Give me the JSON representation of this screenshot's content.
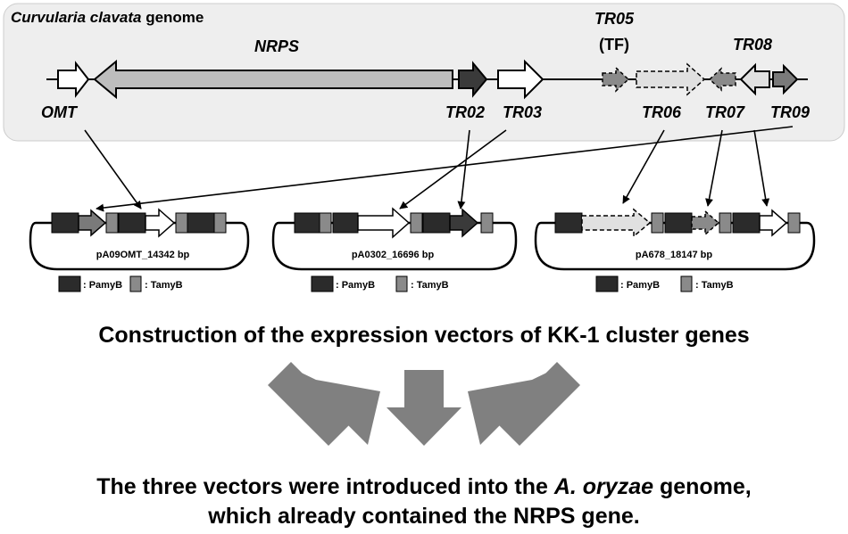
{
  "genome": {
    "title_species": "Curvularia clavata",
    "title_suffix": " genome",
    "genes": {
      "nrps": "NRPS",
      "omt": "OMT",
      "tr02": "TR02",
      "tr03": "TR03",
      "tr05": "TR05",
      "tr05_note": "(TF)",
      "tr06": "TR06",
      "tr07": "TR07",
      "tr08": "TR08",
      "tr09": "TR09"
    }
  },
  "plasmids": [
    {
      "label": "pA09OMT_14342 bp",
      "legend_pamy": ": PamyB",
      "legend_tamy": ": TamyB"
    },
    {
      "label": "pA0302_16696 bp",
      "legend_pamy": ": PamyB",
      "legend_tamy": ": TamyB"
    },
    {
      "label": "pA678_18147 bp",
      "legend_pamy": ": PamyB",
      "legend_tamy": ": TamyB"
    }
  ],
  "heading": "Construction of the expression vectors of KK-1 cluster genes",
  "conclusion": {
    "part1": "The three vectors were introduced into the ",
    "species": "A. oryzae",
    "part2": " genome,",
    "line2": "which already contained the NRPS gene."
  },
  "colors": {
    "panel": "#eeeeee",
    "dark_block": "#2b2b2b",
    "gray_block": "#8a8a8a",
    "nrps_fill": "#bdbdbd",
    "arrow_gray": "#7f7f7f"
  }
}
